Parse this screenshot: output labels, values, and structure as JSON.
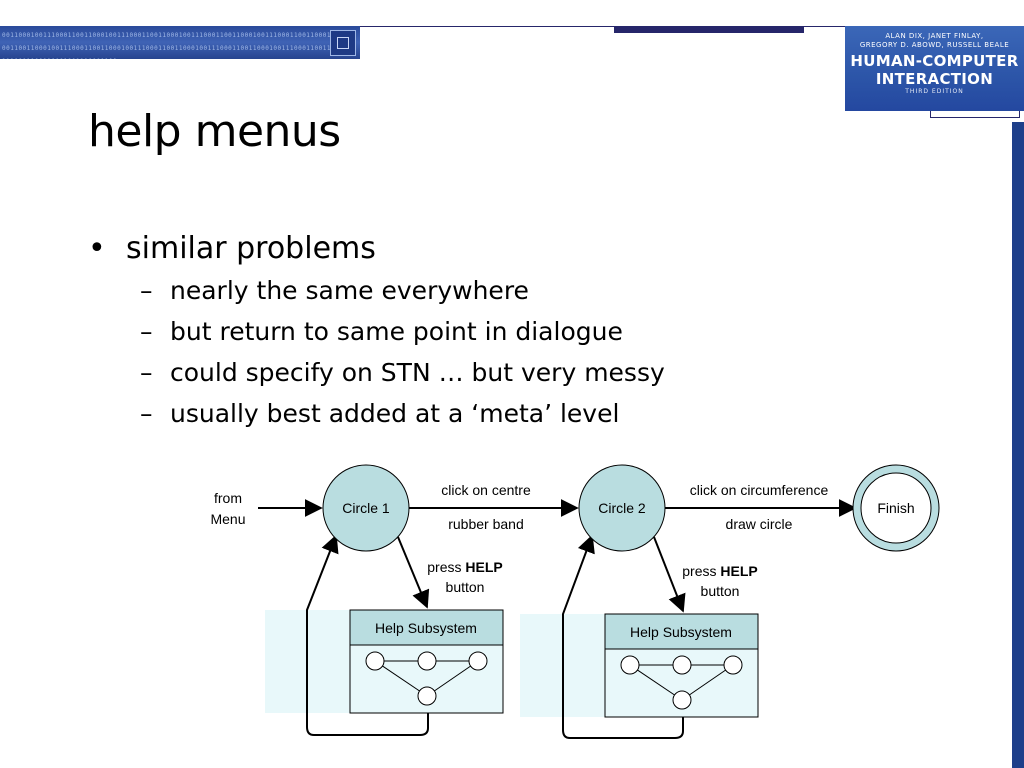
{
  "header": {
    "binary_pattern": "00110001001110001100110001001110001100110001001110001100110001001110001100110001001110001100110001001110001100110001001110001100110001001110001100110001001110001100110001001110001100110001001110001100",
    "book_cover": {
      "authors_line1": "ALAN DIX, JANET FINLAY,",
      "authors_line2": "GREGORY D. ABOWD, RUSSELL BEALE",
      "title_line1": "HUMAN-COMPUTER",
      "title_line2": "INTERACTION",
      "edition": "THIRD EDITION"
    }
  },
  "slide": {
    "title": "help menus",
    "bullet": "similar problems",
    "bullet_marker": "•",
    "sub_marker": "–",
    "sub_items": [
      "nearly the same everywhere",
      "but return to same point in dialogue",
      "could specify on STN … but very messy",
      "usually best added at a ‘meta’ level"
    ]
  },
  "diagram": {
    "entry_line1": "from",
    "entry_line2": "Menu",
    "states": {
      "circle1": "Circle 1",
      "circle2": "Circle 2",
      "finish": "Finish"
    },
    "transition1": {
      "event": "click on centre",
      "action": "rubber band"
    },
    "transition2": {
      "event": "click on circumference",
      "action": "draw circle"
    },
    "help_press": "press ",
    "help_key": "HELP",
    "help_button": "button",
    "help_subsystem": "Help Subsystem",
    "colors": {
      "state_fill": "#b9dde0",
      "help_header": "#b9dde0",
      "help_body": "#e8f8fa",
      "help_shadow": "#e8f8fa",
      "stroke": "#000000"
    }
  }
}
